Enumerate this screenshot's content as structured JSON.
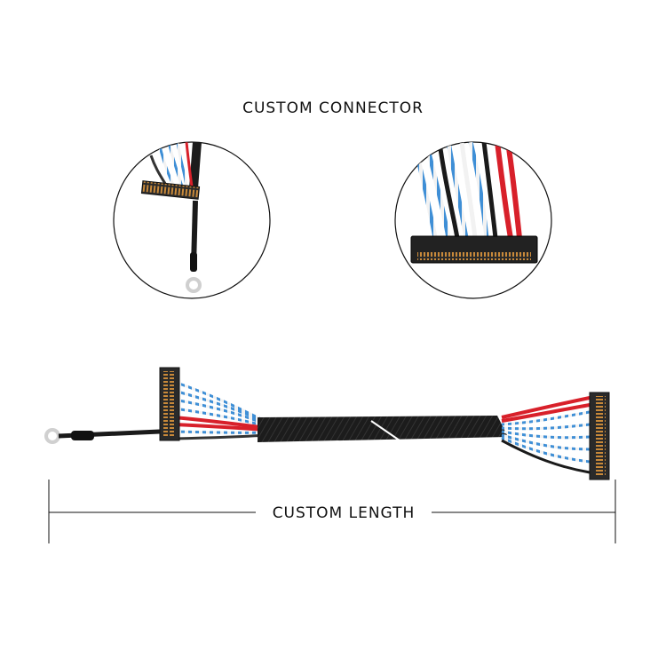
{
  "captions": {
    "top": "CUSTOM  CONNECTOR",
    "bottom": "CUSTOM  LENGTH"
  },
  "colors": {
    "sheath": "#1a1a1a",
    "wire_blue": "#3f8fd6",
    "wire_white": "#f2f2f2",
    "wire_red": "#d8202a",
    "connector_body": "#2b2b2b",
    "connector_pins": "#c8893a"
  },
  "illustration": {
    "subject": "lvds-cable-assembly",
    "detail_left": "connector-with-ring-terminal",
    "detail_right": "connector-pin-closeup"
  }
}
